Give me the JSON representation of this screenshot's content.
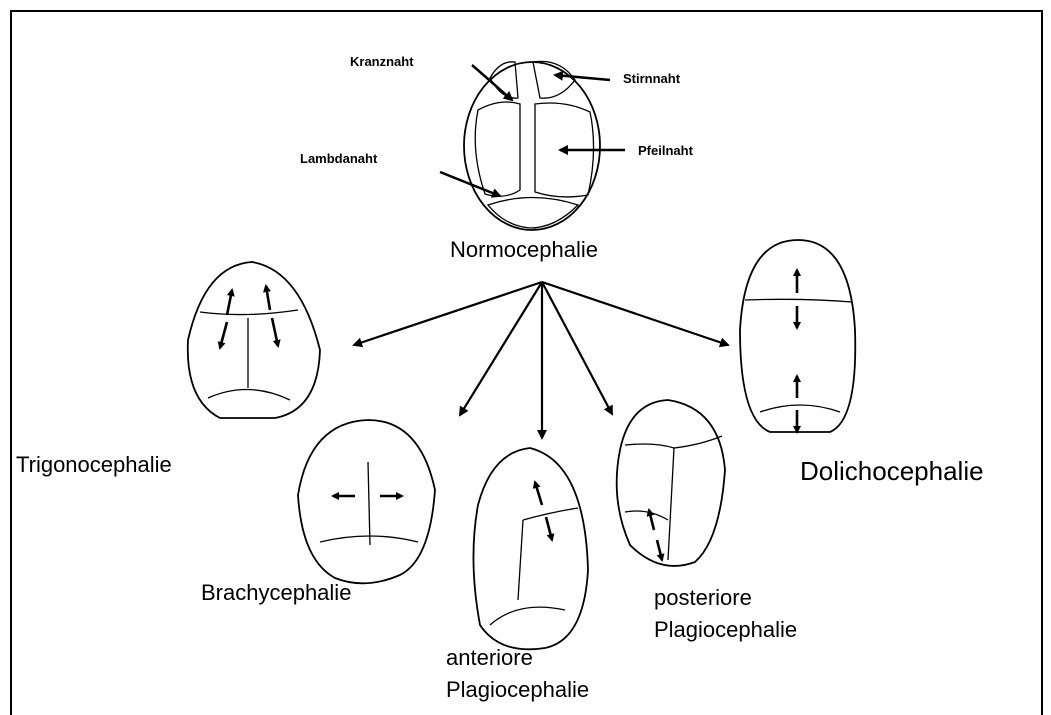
{
  "sutures": {
    "kranznaht": "Kranznaht",
    "stirnnaht": "Stirnnaht",
    "pfeilnaht": "Pfeilnaht",
    "lambdanaht": "Lambdanaht"
  },
  "shapes": {
    "normo": "Normocephalie",
    "trigono": "Trigonocephalie",
    "brachy": "Brachycephalie",
    "anterior_line1": "anteriore",
    "anterior_line2": "Plagiocephalie",
    "posterior_line1": "posteriore",
    "posterior_line2": "Plagiocephalie",
    "dolicho": "Dolichocephalie"
  },
  "colors": {
    "ink": "#000000",
    "background": "#ffffff"
  }
}
